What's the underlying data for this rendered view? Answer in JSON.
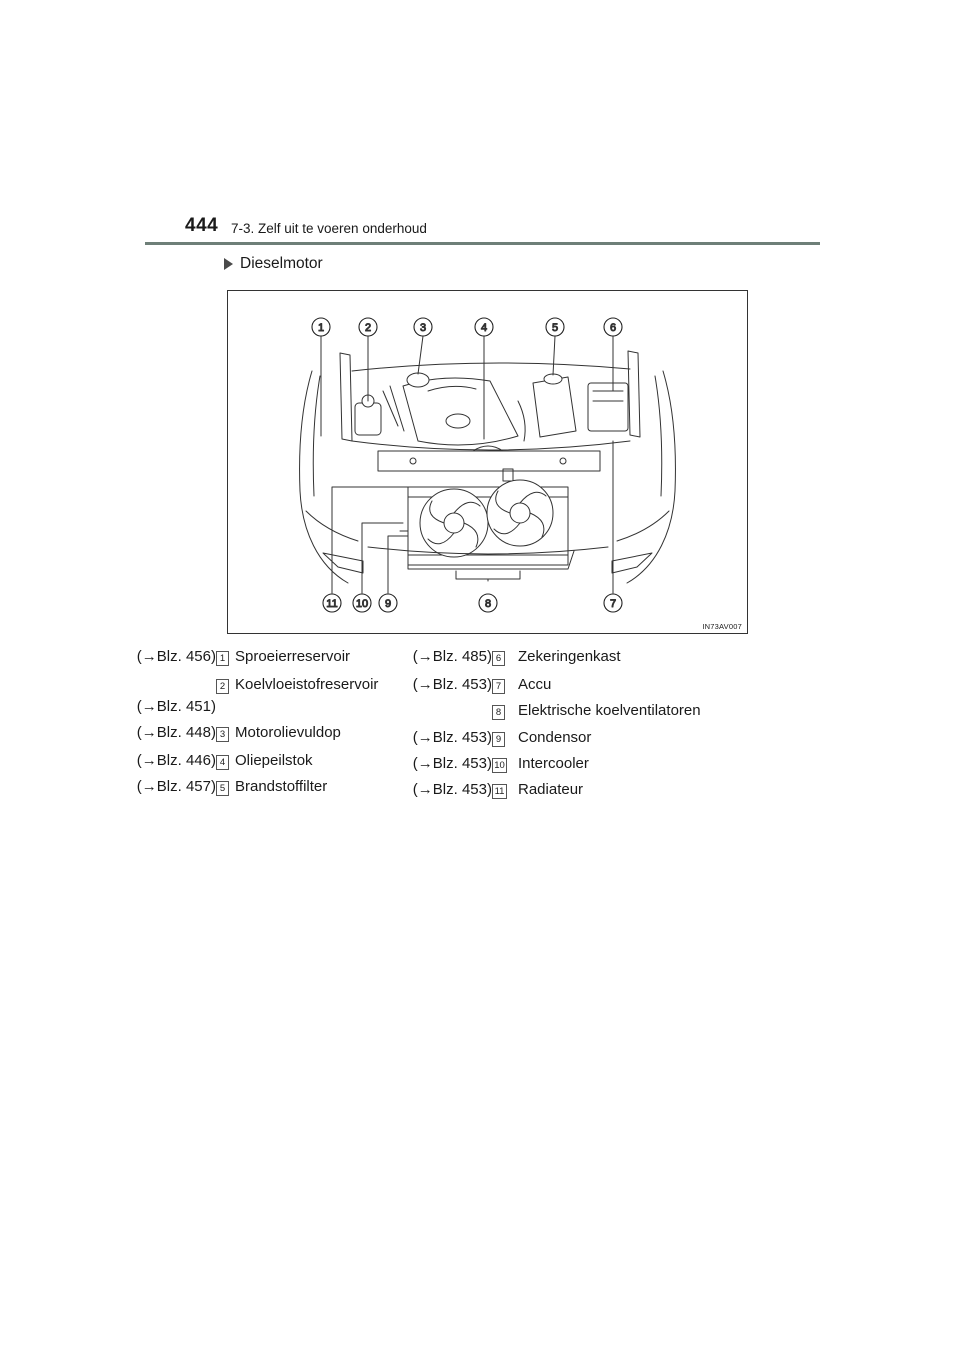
{
  "header": {
    "page_number": "444",
    "section_title": "7-3. Zelf uit te voeren onderhoud",
    "rule_color": "#6e7f78"
  },
  "subheading": {
    "icon": "triangle-bullet-icon",
    "label": "Dieselmotor"
  },
  "figure": {
    "code": "IN73AV007",
    "callouts_top": [
      "1",
      "2",
      "3",
      "4",
      "5",
      "6"
    ],
    "callouts_bottom": [
      "11",
      "10",
      "9",
      "8",
      "7"
    ]
  },
  "legend": {
    "left": [
      {
        "num": "1",
        "label": "Sproeierreservoir",
        "ref": "(→Blz. 456)"
      },
      {
        "num": "2",
        "label": "Koelvloeistofreservoir",
        "ref": "(→Blz. 451)"
      },
      {
        "num": "3",
        "label": "Motorolievuldop",
        "ref": "(→Blz. 448)"
      },
      {
        "num": "4",
        "label": "Oliepeilstok",
        "ref": "(→Blz. 446)"
      },
      {
        "num": "5",
        "label": "Brandstoffilter",
        "ref": "(→Blz. 457)"
      }
    ],
    "right": [
      {
        "num": "6",
        "label": "Zekeringenkast",
        "ref": "(→Blz. 485)"
      },
      {
        "num": "7",
        "label": "Accu",
        "ref": "(→Blz. 453)"
      },
      {
        "num": "8",
        "label": "Elektrische koelventilatoren",
        "ref": ""
      },
      {
        "num": "9",
        "label": "Condensor",
        "ref": "(→Blz. 453)"
      },
      {
        "num": "10",
        "label": "Intercooler",
        "ref": "(→Blz. 453)"
      },
      {
        "num": "11",
        "label": "Radiateur",
        "ref": "(→Blz. 453)"
      }
    ]
  }
}
